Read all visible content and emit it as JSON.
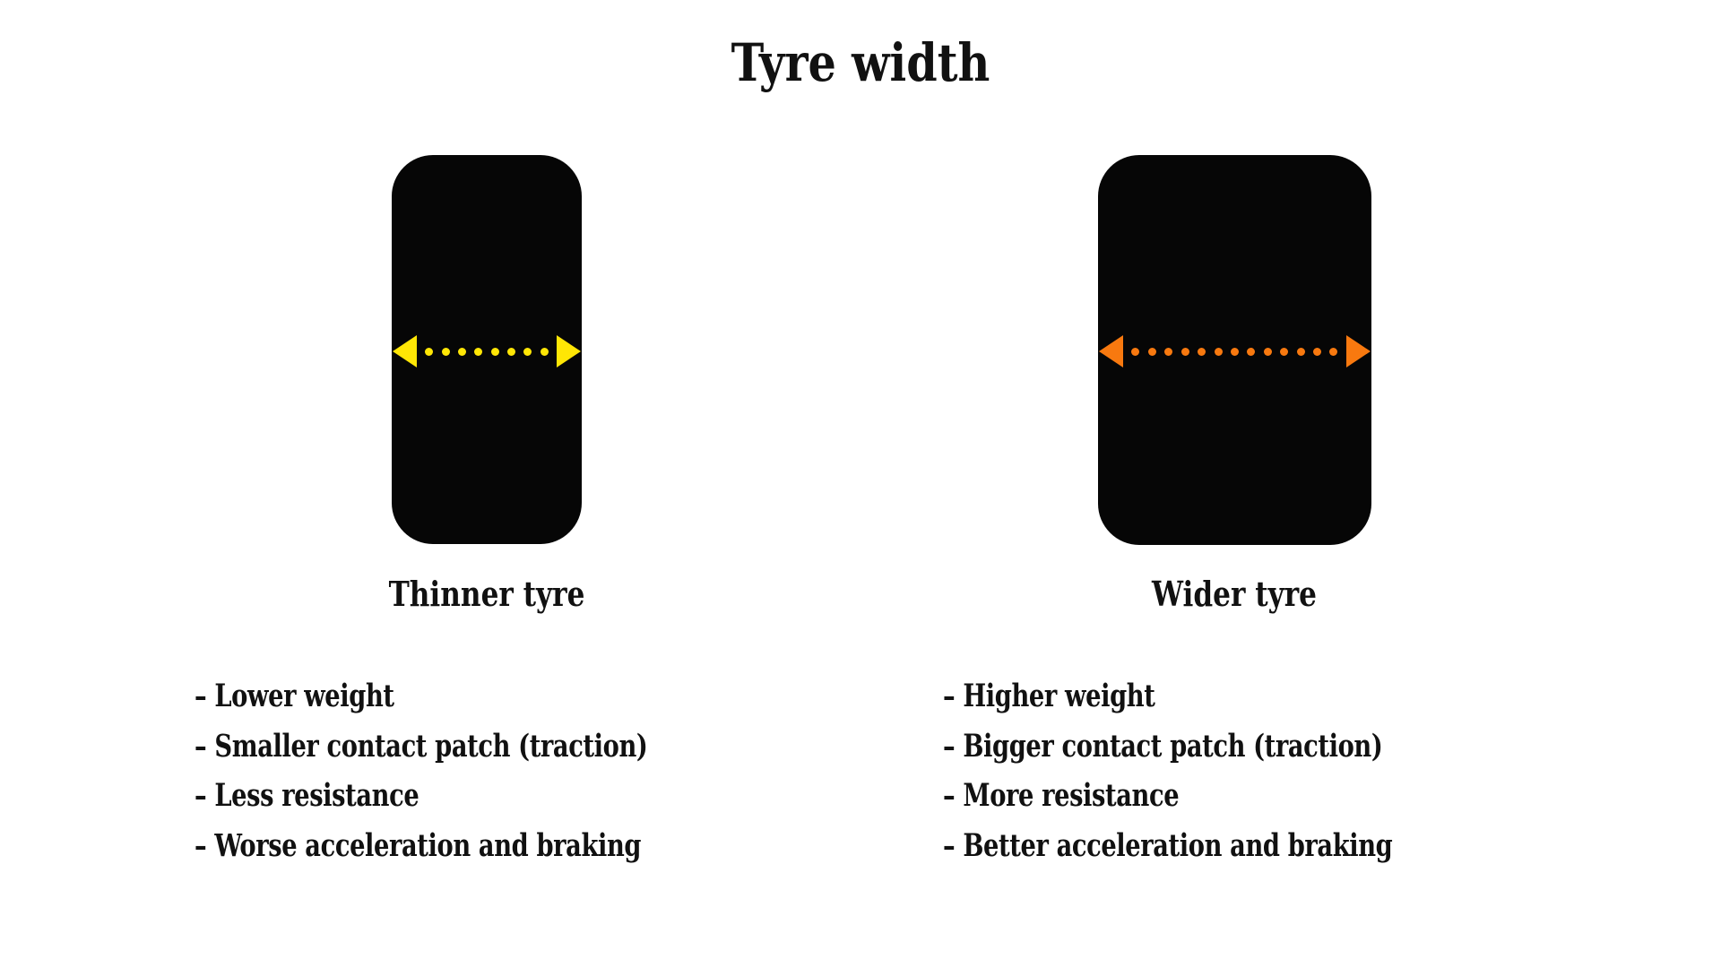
{
  "title": "Tyre width",
  "colors": {
    "background": "#ffffff",
    "tyre": "#060606",
    "text": "#111111",
    "yellow": "#ffe605",
    "orange": "#f8790f"
  },
  "tyres": [
    {
      "label": "Thinner tyre",
      "arrow_color": "#ffe605",
      "dot_count": 8,
      "bullets": [
        "– Lower weight",
        "– Smaller contact patch (traction)",
        "– Less resistance",
        "– Worse acceleration and braking"
      ]
    },
    {
      "label": "Wider tyre",
      "arrow_color": "#f8790f",
      "dot_count": 13,
      "bullets": [
        "– Higher weight",
        "– Bigger contact patch (traction)",
        "– More resistance",
        "– Better acceleration and braking"
      ]
    }
  ]
}
